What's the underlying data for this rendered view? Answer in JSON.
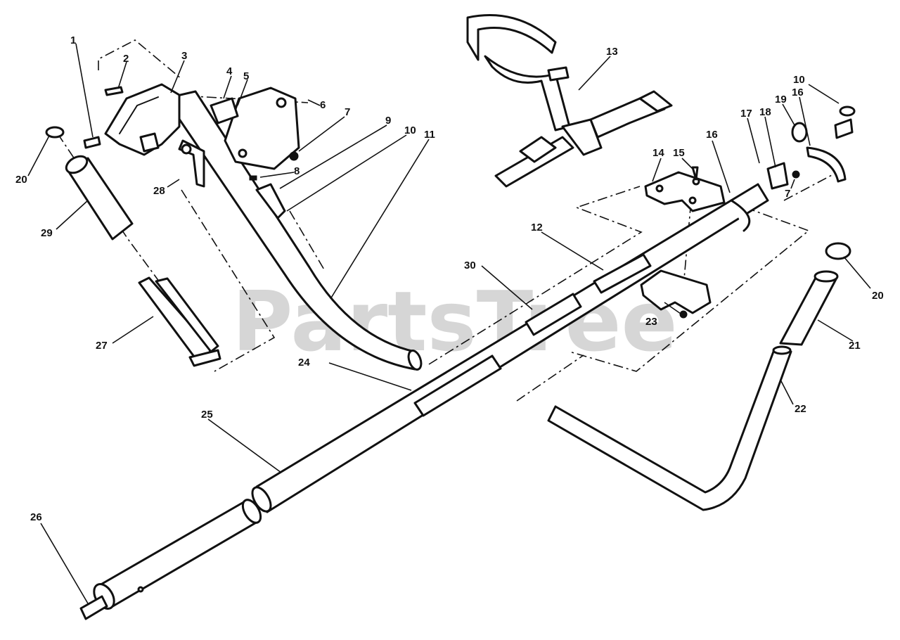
{
  "watermark": "PartsTree",
  "callouts": [
    {
      "id": "1",
      "label": "1"
    },
    {
      "id": "2",
      "label": "2"
    },
    {
      "id": "3",
      "label": "3"
    },
    {
      "id": "4",
      "label": "4"
    },
    {
      "id": "5",
      "label": "5"
    },
    {
      "id": "6",
      "label": "6"
    },
    {
      "id": "7a",
      "label": "7"
    },
    {
      "id": "8",
      "label": "8"
    },
    {
      "id": "9",
      "label": "9"
    },
    {
      "id": "10a",
      "label": "10"
    },
    {
      "id": "11",
      "label": "11"
    },
    {
      "id": "12",
      "label": "12"
    },
    {
      "id": "13",
      "label": "13"
    },
    {
      "id": "14",
      "label": "14"
    },
    {
      "id": "15",
      "label": "15"
    },
    {
      "id": "16a",
      "label": "16"
    },
    {
      "id": "16b",
      "label": "16"
    },
    {
      "id": "17",
      "label": "17"
    },
    {
      "id": "18",
      "label": "18"
    },
    {
      "id": "19",
      "label": "19"
    },
    {
      "id": "10b",
      "label": "10"
    },
    {
      "id": "7b",
      "label": "7"
    },
    {
      "id": "20a",
      "label": "20"
    },
    {
      "id": "20b",
      "label": "20"
    },
    {
      "id": "21",
      "label": "21"
    },
    {
      "id": "22",
      "label": "22"
    },
    {
      "id": "23",
      "label": "23"
    },
    {
      "id": "24",
      "label": "24"
    },
    {
      "id": "25",
      "label": "25"
    },
    {
      "id": "26",
      "label": "26"
    },
    {
      "id": "27",
      "label": "27"
    },
    {
      "id": "28",
      "label": "28"
    },
    {
      "id": "29",
      "label": "29"
    },
    {
      "id": "30",
      "label": "30"
    }
  ]
}
